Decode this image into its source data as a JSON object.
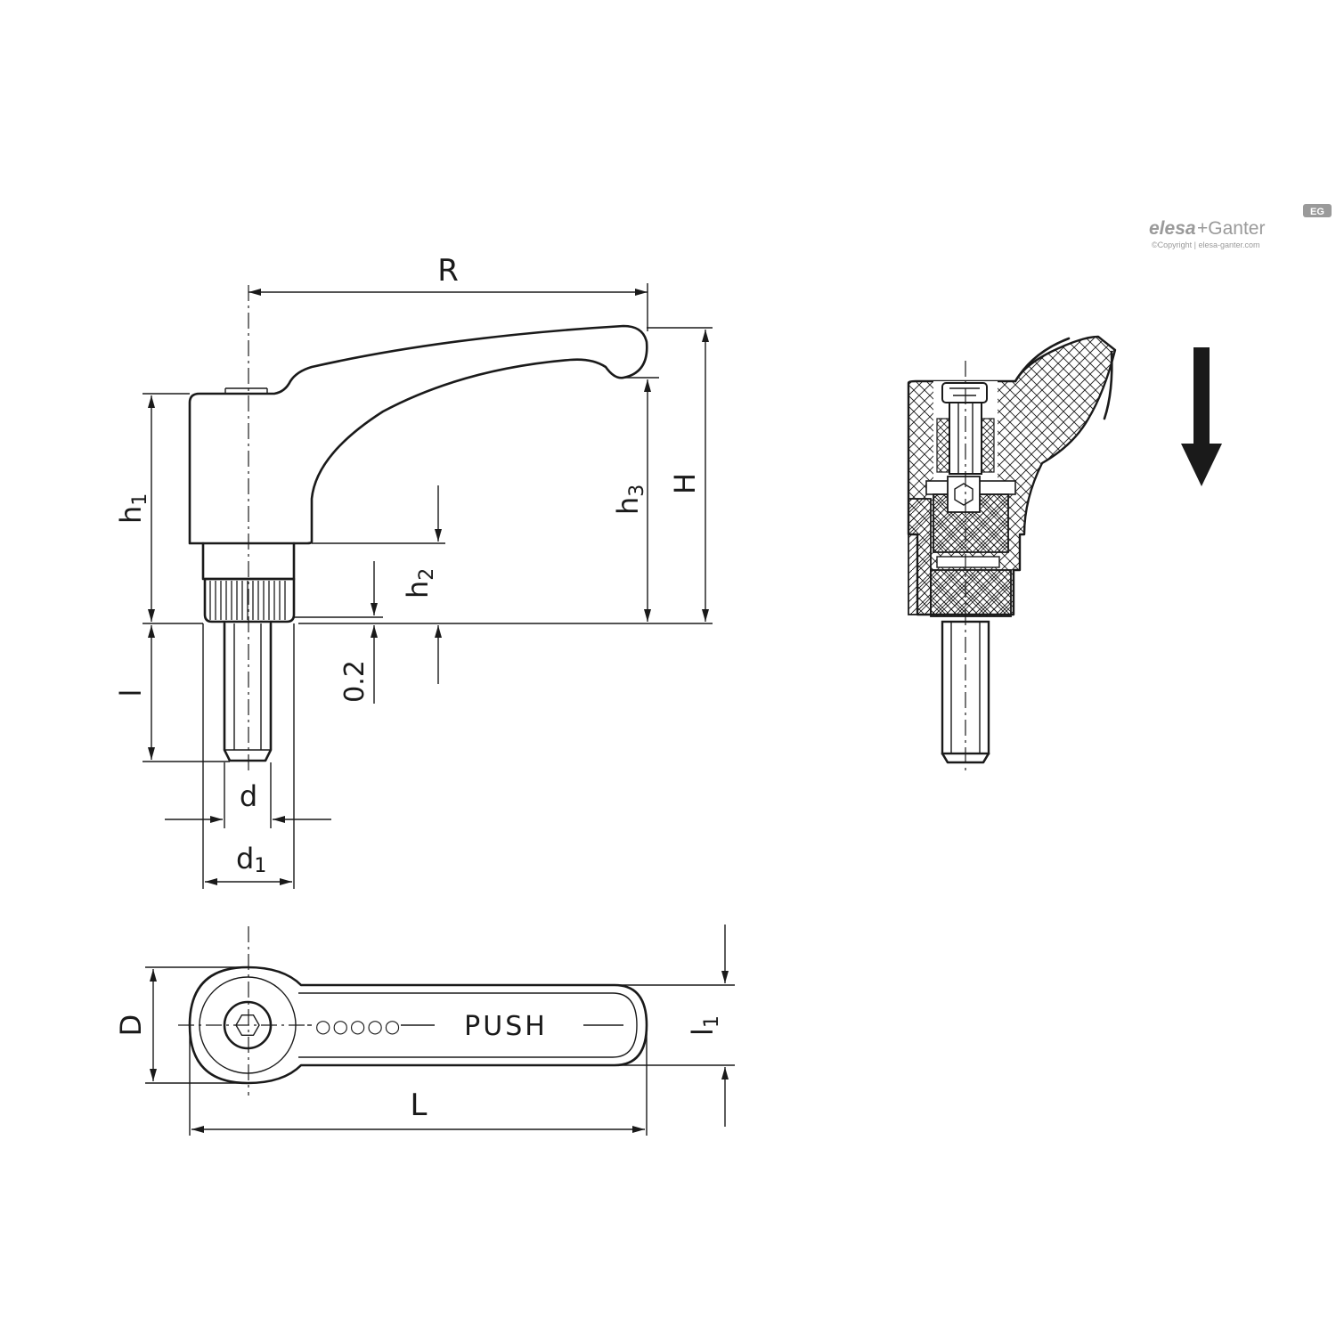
{
  "brand": {
    "logo_part1": "elesa",
    "logo_part2": "+Ganter",
    "badge": "EG",
    "copyright": "©Copyright | elesa-ganter.com"
  },
  "side_view": {
    "label_R": "R",
    "label_H": "H",
    "label_h1": "h",
    "label_h1_sub": "1",
    "label_h2": "h",
    "label_h2_sub": "2",
    "label_h3": "h",
    "label_h3_sub": "3",
    "label_l": "l",
    "label_02": "0.2",
    "label_d": "d",
    "label_d1": "d",
    "label_d1_sub": "1"
  },
  "top_view": {
    "label_D": "D",
    "label_L": "L",
    "label_l1": "l",
    "label_l1_sub": "1",
    "lever_text": "PUSH",
    "lever_dots": "○○○○○"
  },
  "section_view": {
    "direction": "push-down-arrow"
  }
}
